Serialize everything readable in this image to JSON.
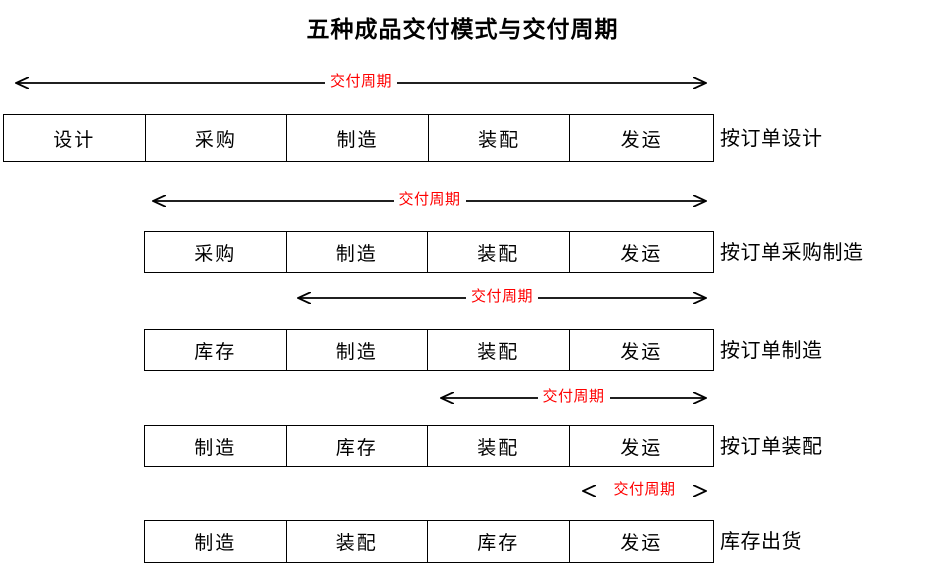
{
  "title": "五种成品交付模式与交付周期",
  "lead_time_label": "交付周期",
  "colors": {
    "lead_time_text": "#ff0000",
    "box_border": "#000000",
    "text": "#000000",
    "background": "#ffffff"
  },
  "diagram": {
    "type": "process-flow-comparison",
    "rows": [
      {
        "mode_label": "按订单设计",
        "stages": [
          "设计",
          "采购",
          "制造",
          "装配",
          "发运"
        ],
        "lead_time_label": "交付周期",
        "lead_time_covers": [
          "设计",
          "采购",
          "制造",
          "装配",
          "发运"
        ]
      },
      {
        "mode_label": "按订单采购制造",
        "stages": [
          "采购",
          "制造",
          "装配",
          "发运"
        ],
        "lead_time_label": "交付周期",
        "lead_time_covers": [
          "采购",
          "制造",
          "装配",
          "发运"
        ]
      },
      {
        "mode_label": "按订单制造",
        "stages": [
          "库存",
          "制造",
          "装配",
          "发运"
        ],
        "lead_time_label": "交付周期",
        "lead_time_covers": [
          "制造",
          "装配",
          "发运"
        ]
      },
      {
        "mode_label": "按订单装配",
        "stages": [
          "制造",
          "库存",
          "装配",
          "发运"
        ],
        "lead_time_label": "交付周期",
        "lead_time_covers": [
          "装配",
          "发运"
        ]
      },
      {
        "mode_label": "库存出货",
        "stages": [
          "制造",
          "装配",
          "库存",
          "发运"
        ],
        "lead_time_label": "交付周期",
        "lead_time_covers": [
          "发运"
        ]
      }
    ]
  }
}
